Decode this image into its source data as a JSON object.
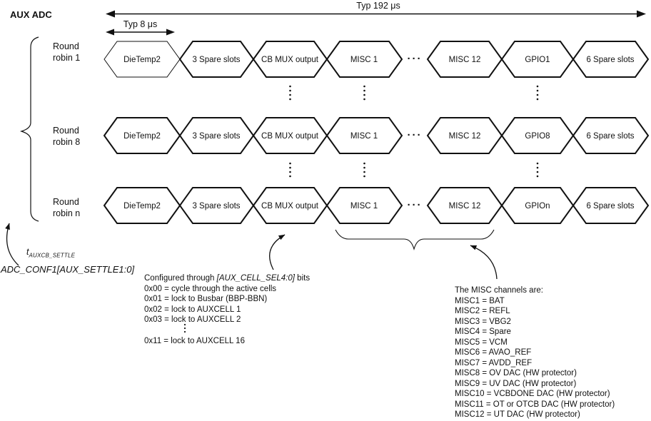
{
  "header": {
    "app_title": "AUX ADC"
  },
  "timing": {
    "total_label": "Typ 192 μs",
    "slot_label": "Typ 8 μs"
  },
  "rows": [
    {
      "label": "Round robin 1",
      "slots": [
        "DieTemp2",
        "3 Spare slots",
        "CB MUX output",
        "MISC 1",
        "MISC 12",
        "GPIO1",
        "6 Spare slots"
      ],
      "ellipsis": "···"
    },
    {
      "label": "Round robin 8",
      "slots": [
        "DieTemp2",
        "3 Spare slots",
        "CB MUX output",
        "MISC 1",
        "MISC 12",
        "GPIO8",
        "6 Spare slots"
      ],
      "ellipsis": "···"
    },
    {
      "label": "Round robin n",
      "slots": [
        "DieTemp2",
        "3 Spare slots",
        "CB MUX output",
        "MISC 1",
        "MISC 12",
        "GPIOn",
        "6 Spare slots"
      ],
      "ellipsis": "···"
    }
  ],
  "annotations": {
    "settle": {
      "symbol": "t",
      "subscript": "AUXCB_SETTLE",
      "register": "ADC_CONF1[AUX_SETTLE1:0]"
    },
    "cell_sel": {
      "intro_prefix": "Configured through ",
      "intro_register": "[AUX_CELL_SEL4:0]",
      "intro_suffix": " bits",
      "options": [
        "0x00 = cycle through the active cells",
        "0x01 = lock to Busbar (BBP-BBN)",
        "0x02 = lock to AUXCELL 1",
        "0x03 = lock to AUXCELL 2"
      ],
      "last_option": "0x11 = lock to AUXCELL 16"
    },
    "misc_channels": {
      "header": "The MISC channels are:",
      "items": [
        "MISC1 = BAT",
        "MISC2 = REFL",
        "MISC3 = VBG2",
        "MISC4 = Spare",
        "MISC5 = VCM",
        "MISC6 = AVAO_REF",
        "MISC7 = AVDD_REF",
        "MISC8 = OV DAC (HW protector)",
        "MISC9 = UV DAC (HW protector)",
        "MISC10 = VCBDONE DAC (HW protector)",
        "MISC11 = OT or OTCB DAC (HW protector)",
        "MISC12 = UT DAC (HW protector)"
      ]
    }
  }
}
